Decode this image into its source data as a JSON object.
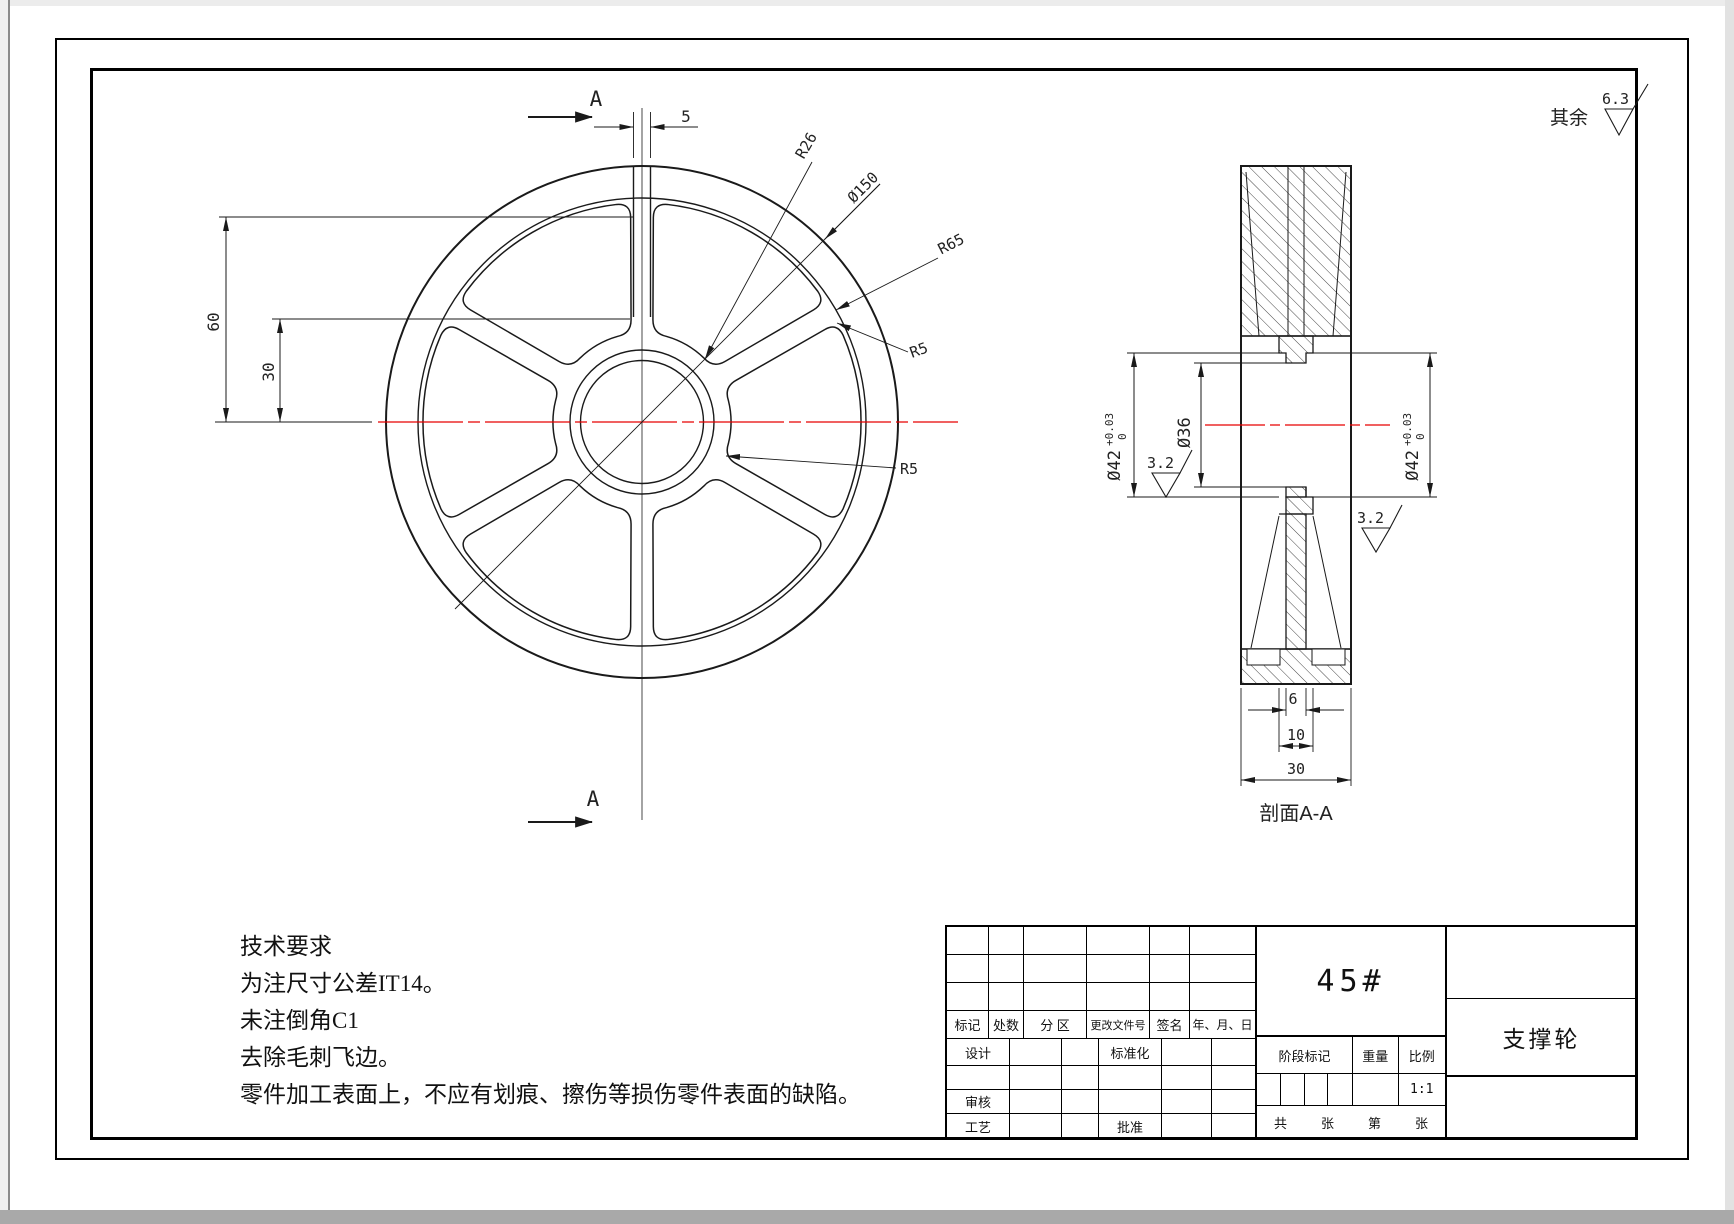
{
  "general_note": {
    "prefix": "其余",
    "roughness": "6.3"
  },
  "front_view": {
    "section_letter": "A",
    "dims": {
      "slot_width": "5",
      "r26": "R26",
      "d150": "Ø150",
      "r65": "R65",
      "r5_upper": "R5",
      "r5_lower": "R5",
      "h60": "60",
      "h30": "30"
    }
  },
  "section_view": {
    "label": "剖面A-A",
    "dims": {
      "d42_left": {
        "base": "Ø42",
        "tol_upper": "+0.03",
        "tol_lower": "0"
      },
      "d36": "Ø36",
      "d42_right": {
        "base": "Ø42",
        "tol_upper": "+0.03",
        "tol_lower": "0"
      },
      "ra_left": "3.2",
      "ra_right": "3.2",
      "web": "6",
      "hub": "10",
      "width": "30"
    }
  },
  "tech_requirements": {
    "lines": [
      "技术要求",
      "为注尺寸公差IT14。",
      "未注倒角C1",
      "去除毛刺飞边。",
      "零件加工表面上，不应有划痕、擦伤等损伤零件表面的缺陷。"
    ]
  },
  "title_block": {
    "material": "45#",
    "part_name": "支撑轮",
    "rev_headers": [
      "标记",
      "处数",
      "分  区",
      "更改文件号",
      "签名",
      "年、月、日"
    ],
    "sign_labels": {
      "design": "设计",
      "standard": "标准化",
      "review": "审核",
      "process": "工艺",
      "approve": "批准"
    },
    "stage_label": "阶段标记",
    "weight_label": "重量",
    "scale_label": "比例",
    "scale_value": "1:1",
    "sheets": [
      "共",
      "张",
      "第",
      "张"
    ]
  },
  "colors": {
    "line": "#1a1a1a",
    "centerline_red": "#e60000",
    "section_letter_blue": "#3a50a8"
  }
}
